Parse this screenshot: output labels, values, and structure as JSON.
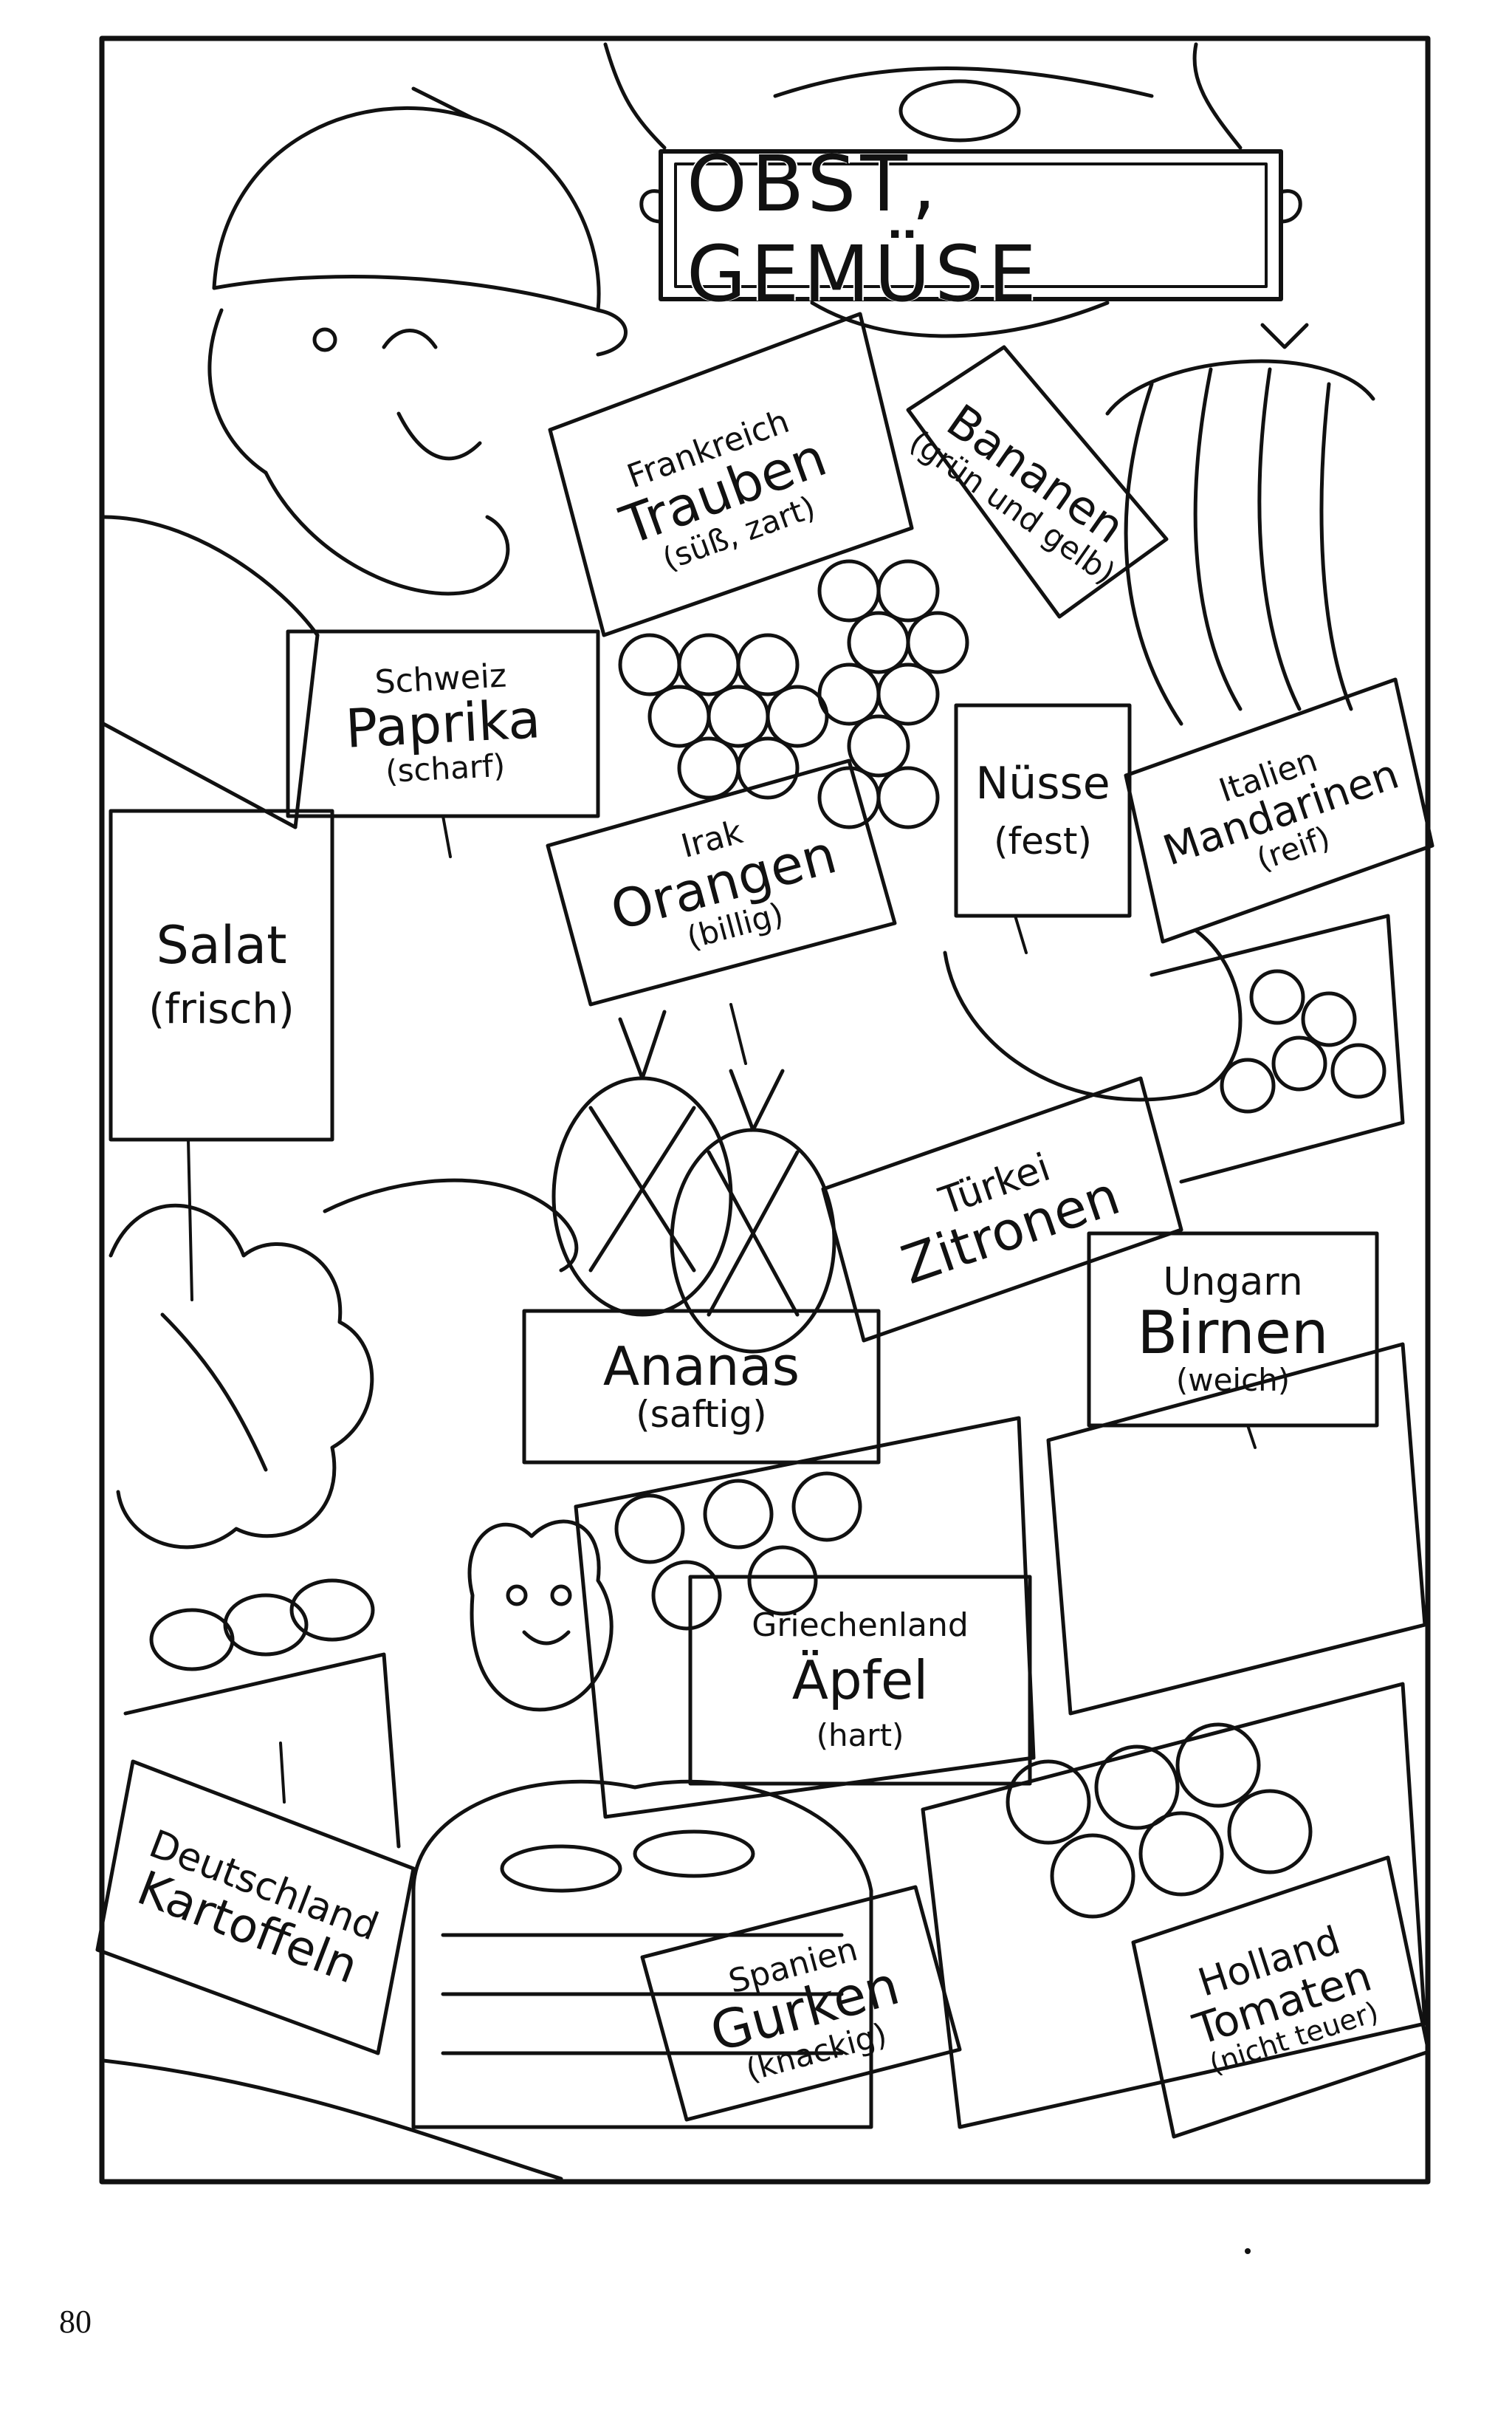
{
  "title": "OBST, GEMÜSE",
  "page_number": "80",
  "signs": {
    "trauben": {
      "country": "Frankreich",
      "name": "Trauben",
      "note": "(süß, zart)"
    },
    "bananen": {
      "name": "Bananen",
      "note": "(grün und gelb)"
    },
    "paprika": {
      "country": "Schweiz",
      "name": "Paprika",
      "note": "(scharf)"
    },
    "salat": {
      "name": "Salat",
      "note": "(frisch)"
    },
    "orangen": {
      "country": "Irak",
      "name": "Orangen",
      "note": "(billig)"
    },
    "nuesse": {
      "name": "Nüsse",
      "note": "(fest)"
    },
    "mandarinen": {
      "country": "Italien",
      "name": "Mandarinen",
      "note": "(reif)"
    },
    "zitronen": {
      "country": "Türkei",
      "name": "Zitronen"
    },
    "ananas": {
      "name": "Ananas",
      "note": "(saftig)"
    },
    "birnen": {
      "country": "Ungarn",
      "name": "Birnen",
      "note": "(weich)"
    },
    "aepfel": {
      "country": "Griechenland",
      "name": "Äpfel",
      "note": "(hart)"
    },
    "kartoffeln": {
      "country": "Deutschland",
      "name": "Kartoffeln"
    },
    "gurken": {
      "country": "Spanien",
      "name": "Gurken",
      "note": "(knackig)"
    },
    "tomaten": {
      "country": "Holland",
      "name": "Tomaten",
      "note": "(nicht teuer)"
    }
  }
}
